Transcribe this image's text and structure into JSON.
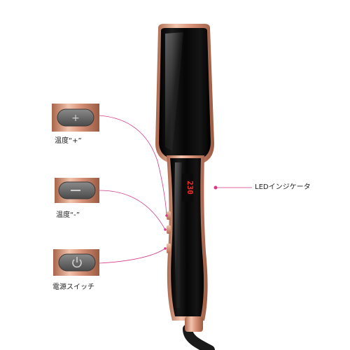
{
  "labels": {
    "temp_plus": "温度“+”",
    "temp_minus": "温度“-”",
    "power_switch": "電源スイッチ",
    "led_indicator": "LEDインジケータ"
  },
  "display": {
    "temperature": "230"
  },
  "colors": {
    "rose_gold": "#e0a184",
    "body_black": "#0c0c0c",
    "callout_line": "#d63a86",
    "led_red": "#ff2a2a"
  }
}
